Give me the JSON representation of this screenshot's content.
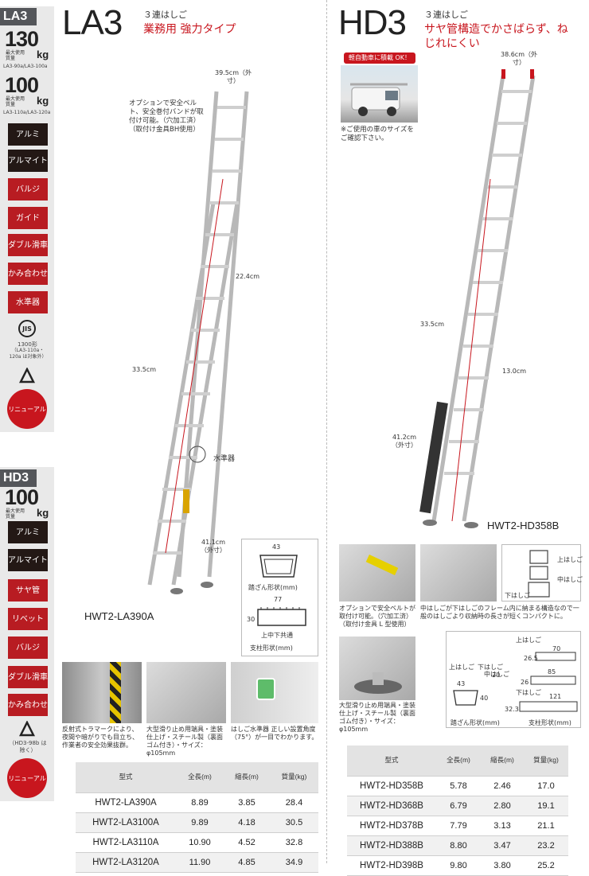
{
  "la3": {
    "sidebar": {
      "tag": "LA3",
      "load1": {
        "num": "130",
        "label": "最大使用質量",
        "unit": "kg",
        "models": "LA3-90a/LA3-100a"
      },
      "load2": {
        "num": "100",
        "label": "最大使用質量",
        "unit": "kg",
        "models": "LA3-110a/LA3-120a"
      },
      "features": [
        "アルミ",
        "アルマイト",
        "バルジ",
        "ガイド",
        "ダブル滑車",
        "かみ合わせ",
        "水準器"
      ],
      "jis_text": "1300形",
      "jis_note": "（LA3-110a・120a は対象外）",
      "renewal": "リニューアル"
    },
    "title": "LA3",
    "subtitle_small": "３連はしご",
    "subtitle_red": "業務用 強力タイプ",
    "option_note": "オプションで安全ベルト、安全巻付バンドが取付け可能。（穴加工済）（取付け金具BH使用）",
    "dims": {
      "top_width": "39.5cm（外寸）",
      "rung_pitch": "22.4cm",
      "overlap": "33.5cm",
      "bottom_width": "41.1cm（外寸）",
      "level": "水準器"
    },
    "model": "HWT2-LA390A",
    "profile": {
      "rung_dim": "43",
      "rung_label": "踏ざん形状(mm)",
      "side_w": "77",
      "side_h": "30",
      "side_note": "上中下共通",
      "side_label": "支柱形状(mm)"
    },
    "captions": [
      "反射式トラマークにより、夜間や暗がりでも目立ち、作業者の安全効果抜群。",
      "大型滑り止め用端具・塗装仕上げ・スチール製（裏面ゴム付き）・サイズ：φ105mm",
      "はしご水準器 正しい設置角度（75°）が一目でわかります。"
    ],
    "table": {
      "headers": [
        "型式",
        "全長(m)",
        "縮長(m)",
        "質量(kg)"
      ],
      "rows": [
        [
          "HWT2-LA390A",
          "8.89",
          "3.85",
          "28.4"
        ],
        [
          "HWT2-LA3100A",
          "9.89",
          "4.18",
          "30.5"
        ],
        [
          "HWT2-LA3110A",
          "10.90",
          "4.52",
          "32.8"
        ],
        [
          "HWT2-LA3120A",
          "11.90",
          "4.85",
          "34.9"
        ]
      ]
    }
  },
  "hd3": {
    "sidebar": {
      "tag": "HD3",
      "load": {
        "num": "100",
        "label": "最大使用質量",
        "unit": "kg"
      },
      "features": [
        "アルミ",
        "アルマイト",
        "サヤ管",
        "リベット",
        "バルジ",
        "ダブル滑車",
        "かみ合わせ"
      ],
      "note": "（HD3-98b は除く）",
      "renewal": "リニューアル"
    },
    "title": "HD3",
    "subtitle_small": "３連はしご",
    "subtitle_red": "サヤ管構造でかさばらず、ねじれにくい",
    "car_badge": "軽自動車に積載 OK！",
    "car_note": "※ご使用の車のサイズをご確認下さい。",
    "dims": {
      "top_width": "38.6cm（外寸）",
      "overlap": "33.5cm",
      "rung_pitch": "13.0cm",
      "bottom_width": "41.2cm（外寸）"
    },
    "model": "HWT2-HD358B",
    "detail_labels": {
      "upper": "上はしご",
      "middle": "中はしご",
      "lower": "下はしご"
    },
    "option_note": "オプションで安全ベルトが取付け可能。（穴加工済）（取付け金具 L 型使用）",
    "storage_note": "中はしごが下はしごのフレーム内に納まる構造なので一般のはしごより収納時の長さが短くコンパクトに。",
    "foot_caption": "大型滑り止め用端具・塗装仕上げ・スチール製（裏面ゴム付き）・サイズ：φ105mm",
    "profile": {
      "upper_label": "上はしご",
      "lower_label": "下はしご",
      "mid_label": "中はしご",
      "rung_w": "43",
      "rung_h": "40",
      "rung_label": "踏ざん形状(mm)",
      "p1": "20",
      "s_upper": "70",
      "s_upper_h": "26.5",
      "s_mid": "85",
      "s_mid_h": "26",
      "s_lower": "121",
      "s_lower_h": "32.3",
      "side_label": "支柱形状(mm)"
    },
    "table": {
      "headers": [
        "型式",
        "全長(m)",
        "縮長(m)",
        "質量(kg)"
      ],
      "rows": [
        [
          "HWT2-HD358B",
          "5.78",
          "2.46",
          "17.0"
        ],
        [
          "HWT2-HD368B",
          "6.79",
          "2.80",
          "19.1"
        ],
        [
          "HWT2-HD378B",
          "7.79",
          "3.13",
          "21.1"
        ],
        [
          "HWT2-HD388B",
          "8.80",
          "3.47",
          "23.2"
        ],
        [
          "HWT2-HD398B",
          "9.80",
          "3.80",
          "25.2"
        ]
      ]
    }
  },
  "colors": {
    "red": "#c8161e",
    "dark": "#231815",
    "tag_gray": "#54565a",
    "sidebar_bg": "#e9e9e9"
  }
}
